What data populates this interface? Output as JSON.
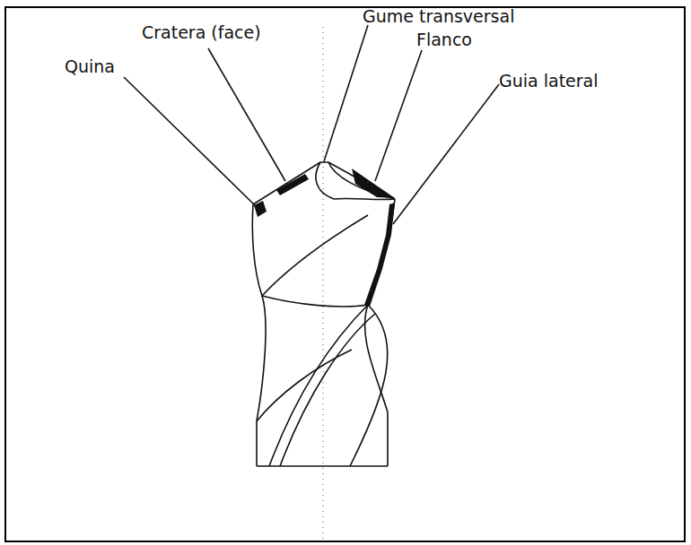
{
  "diagram": {
    "labels": [
      "Quina",
      "Cratera (face)",
      "Gume transversal",
      "Flanco",
      "Guia lateral"
    ]
  }
}
